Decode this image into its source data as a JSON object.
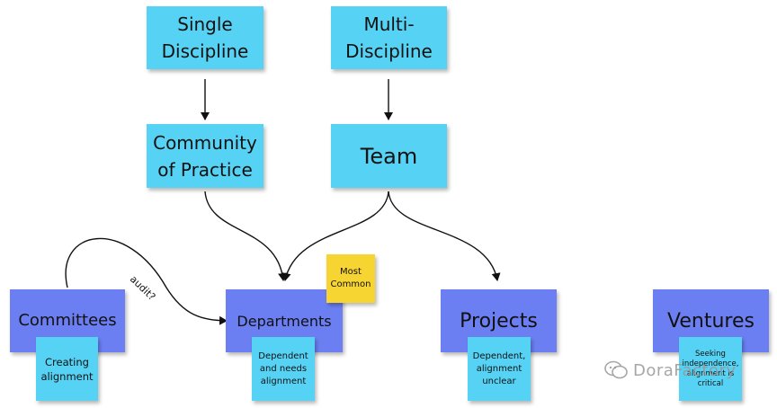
{
  "nodes": {
    "single_discipline": "Single Discipline",
    "multi_discipline": "Multi-Discipline",
    "community_of_practice": "Community of Practice",
    "team": "Team",
    "committees": "Committees",
    "departments": "Departments",
    "projects": "Projects",
    "ventures": "Ventures"
  },
  "notes": {
    "most_common": "Most Common",
    "creating_alignment": "Creating alignment",
    "dependent_needs_alignment": "Dependent and needs alignment",
    "dependent_alignment_unclear": "Dependent, alignment unclear",
    "seeking_independence": "Seeking independence, alignment is critical"
  },
  "edge_labels": {
    "audit": "audit?"
  },
  "watermark": "DoraFactory",
  "colors": {
    "stage_note": "#56d3f4",
    "structure_note": "#6c7ff2",
    "highlight_note": "#f6d432"
  }
}
